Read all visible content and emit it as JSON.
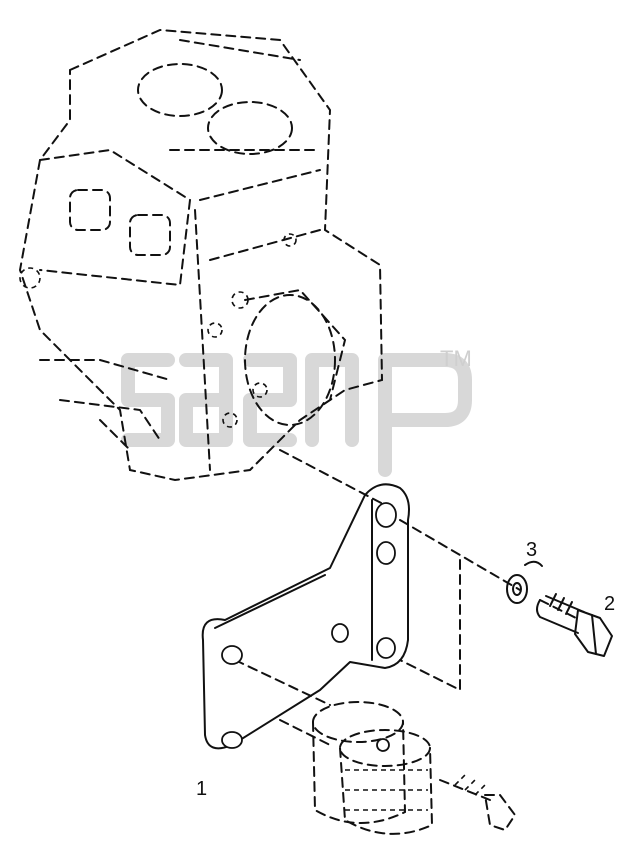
{
  "callouts": {
    "item_1": "1",
    "item_2": "2",
    "item_3": "3"
  },
  "watermark": {
    "trademark": "TM"
  }
}
